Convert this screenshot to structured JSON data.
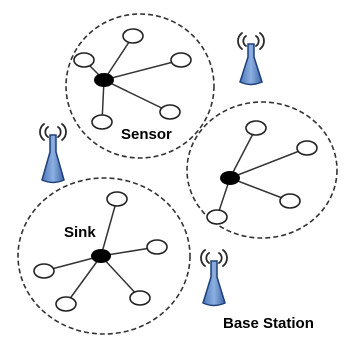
{
  "labels": {
    "sensor": "Sensor",
    "sink": "Sink",
    "base_station": "Base Station"
  },
  "colors": {
    "cluster_border": "#333333",
    "hub": "#000000",
    "sensor_node": "#ffffff",
    "link": "#333333",
    "tower_fill": "#5b87c8",
    "tower_stroke": "#1f3f78",
    "signal": "#2a2a2a"
  },
  "icons": [
    "antenna-tower-icon",
    "signal-waves-icon",
    "sensor-node-icon",
    "hub-node-icon"
  ]
}
